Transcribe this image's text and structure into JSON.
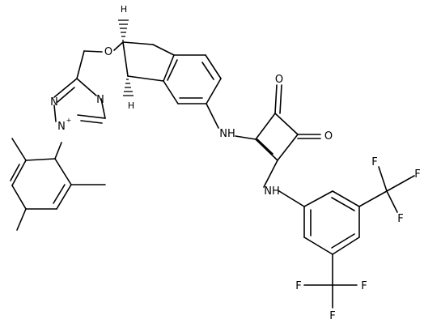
{
  "colors": {
    "bond": "#000000",
    "background": "#ffffff"
  },
  "atoms": {
    "O_ring": "O",
    "H_top": "H",
    "H_bottom": "H",
    "N_a": "N",
    "N_b": "N",
    "N_plus": "N",
    "plus": "+",
    "NH_left": "NH",
    "NH_right": "NH",
    "O_top": "O",
    "O_right": "O",
    "F": "F"
  }
}
